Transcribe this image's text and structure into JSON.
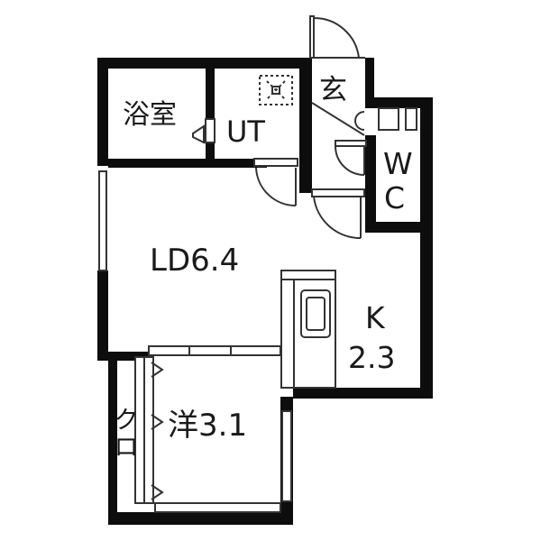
{
  "rooms": {
    "bath": "浴室",
    "utility": "UT",
    "entrance": "玄",
    "wc_w": "W",
    "wc_c": "C",
    "living_dining": "LD6.4",
    "kitchen": "K",
    "kitchen_area": "2.3",
    "closet": "クロ",
    "western_room": "洋3.1"
  },
  "colors": {
    "wall": "#0d0d0d",
    "line": "#333333",
    "background": "#ffffff"
  }
}
